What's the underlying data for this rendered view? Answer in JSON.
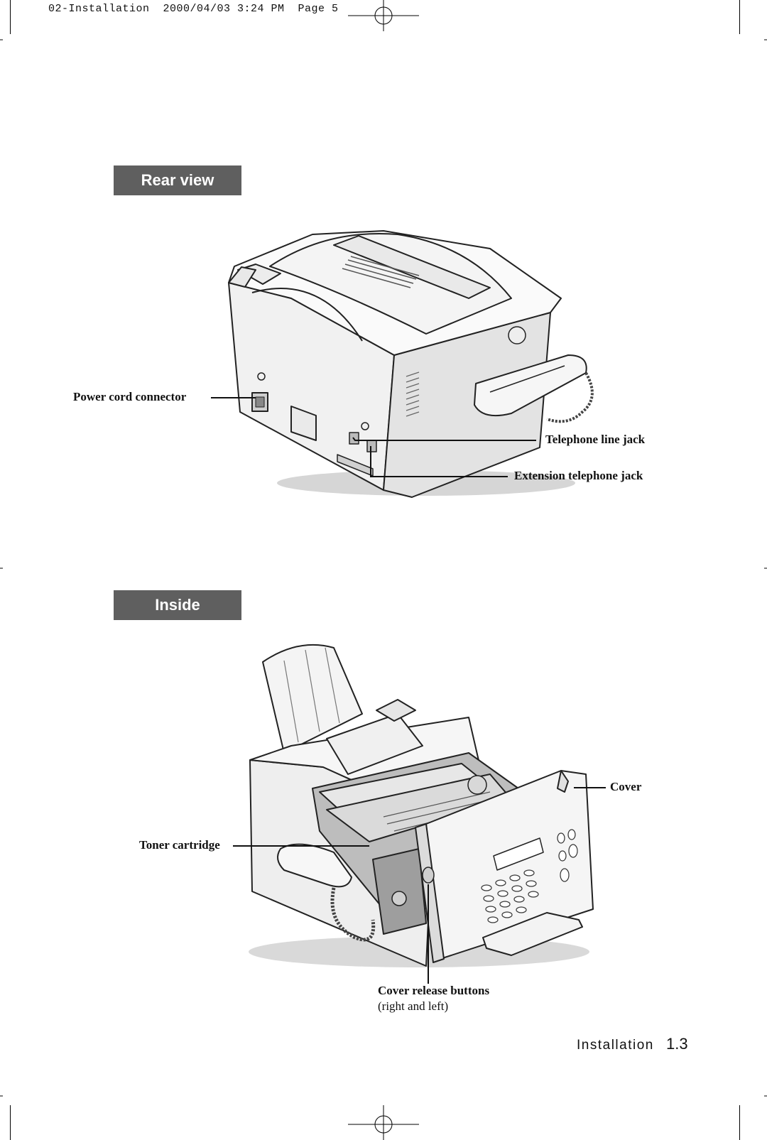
{
  "header": {
    "slug": "02-Installation  2000/04/03 3:24 PM  Page 5"
  },
  "sections": {
    "rear": {
      "title": "Rear view",
      "callouts": {
        "power": "Power cord connector",
        "telephone_line": "Telephone line jack",
        "extension": "Extension telephone jack"
      }
    },
    "inside": {
      "title": "Inside",
      "callouts": {
        "cover": "Cover",
        "toner": "Toner cartridge",
        "release": "Cover release buttons",
        "release_sub": "(right and left)"
      }
    }
  },
  "footer": {
    "label": "Installation",
    "page": "1.3"
  },
  "colors": {
    "section_bar": "#5f5f5f",
    "line": "#111111"
  }
}
